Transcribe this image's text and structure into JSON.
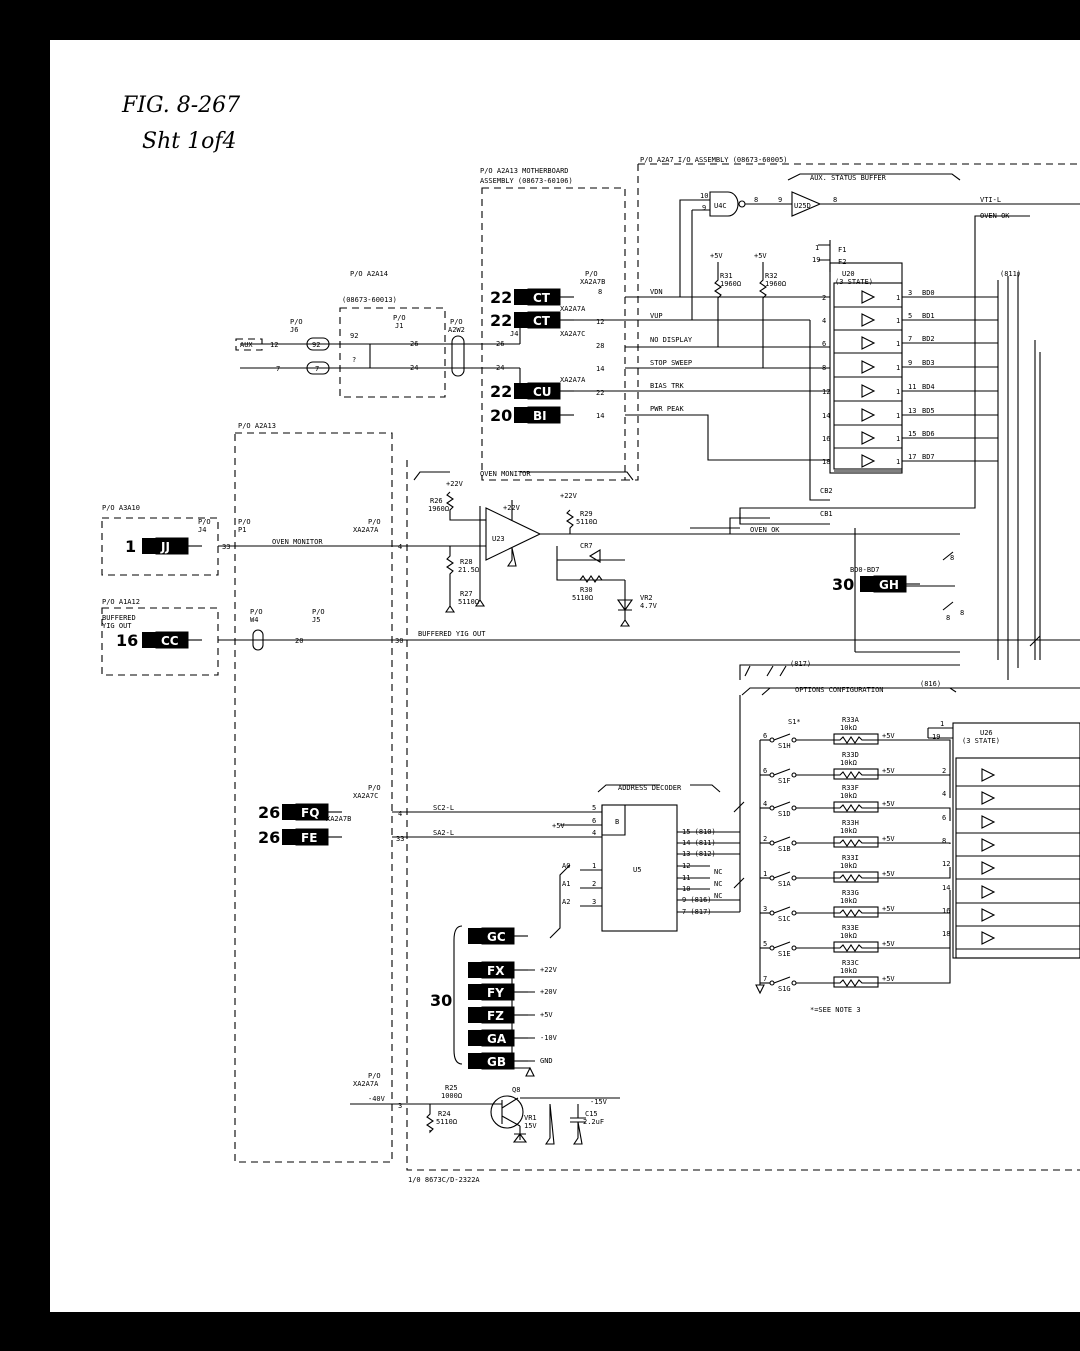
{
  "annotation": {
    "line1": "FIG. 8-267",
    "line2": "Sht 1of4"
  },
  "assemblies": {
    "a2a7": "P/O A2A7 I/O ASSEMBLY (08673-60005)",
    "a2a13_mb": "P/O A2A13 MOTHERBOARD",
    "a2a13_mb2": "ASSEMBLY (08673-60106)",
    "a2a14": "P/O A2A14",
    "a2a14_pn": "(08673-60013)",
    "a2a13": "P/O A2A13",
    "a3a10": "P/O A3A10",
    "a1a12": "P/O A1A12"
  },
  "blocks": {
    "aux_status_buffer": "AUX. STATUS BUFFER",
    "oven_monitor": "OVEN MONITOR",
    "address_decoder": "ADDRESS DECODER",
    "options_configuration": "OPTIONS CONFIGURATION"
  },
  "connectors": {
    "j6": "J6",
    "j1": "J1",
    "j4": "J4",
    "j5": "J5",
    "p1": "P1",
    "w4": "W4",
    "a2w2": "A2W2",
    "po": "P/O",
    "xa2a7b": "XA2A7B",
    "xa2a7a": "XA2A7A",
    "xa2a7c": "XA2A7C",
    "aux": "AUX",
    "buffered": "BUFFERED",
    "yig_out": "YIG OUT"
  },
  "signals": {
    "vdn": "VDN",
    "vup": "VUP",
    "no_display": "NO DISPLAY",
    "stop_sweep": "STOP SWEEP",
    "bias_trk": "BIAS TRK",
    "pwr_peak": "PWR PEAK",
    "vti_l": "VTI-L",
    "oven_ok": "OVEN OK",
    "oven_monitor": "OVEN MONITOR",
    "buffered_yig_out": "BUFFERED YIG OUT",
    "sc2_l": "SC2-L",
    "sa2_l": "SA2-L",
    "bdo_bd7": "BD0-BD7",
    "cb1": "CB1",
    "cb2": "CB2",
    "m40v": "-40V",
    "p5v": "+5V",
    "p22v": "+22V",
    "gnd": "GND"
  },
  "ics": {
    "u4c": "U4C",
    "u25d": "U25D",
    "u20": "U20",
    "state3": "(3 STATE)",
    "u26": "U26",
    "u23": "U23",
    "u5": "U5",
    "q8": "Q8"
  },
  "components": {
    "r31": "R31",
    "r31v": "1960Ω",
    "r32": "R32",
    "r32v": "1960Ω",
    "r26": "R26",
    "r26v": "1960Ω",
    "r28": "R28",
    "r28v": "21.5Ω",
    "r29": "R29",
    "r29v": "5110Ω",
    "r27": "R27",
    "r27v": "5110Ω",
    "r30": "R30",
    "r30v": "5110Ω",
    "cr7": "CR7",
    "vr2": "VR2",
    "vr2v": "4.7V",
    "r25": "R25",
    "r25v": "1000Ω",
    "r24": "R24",
    "r24v": "5110Ω",
    "vr1": "VR1",
    "vr1v": "15V",
    "c15": "C15",
    "c15v": "2.2uF",
    "m15v": "-15V",
    "s1": "S1*"
  },
  "bus_bits": [
    "BD0",
    "BD1",
    "BD2",
    "BD3",
    "BD4",
    "BD5",
    "BD6",
    "BD7"
  ],
  "decoder_outputs": [
    "15 (810)",
    "14 (811)",
    "13 (812)",
    "12",
    "11",
    "10",
    "9 (816)",
    "7 (817)"
  ],
  "decoder_misc": [
    "NC",
    "NC",
    "NC"
  ],
  "addr_inputs": [
    "A0",
    "A1",
    "A2"
  ],
  "switches": [
    {
      "name": "S1H",
      "res": "R33A"
    },
    {
      "name": "S1F",
      "res": "R33D"
    },
    {
      "name": "S1D",
      "res": "R33F"
    },
    {
      "name": "S1B",
      "res": "R33H"
    },
    {
      "name": "S1A",
      "res": "R33I"
    },
    {
      "name": "S1C",
      "res": "R33G"
    },
    {
      "name": "S1E",
      "res": "R33E"
    },
    {
      "name": "S1G",
      "res": "R33C"
    }
  ],
  "sw_res_value": "10kΩ",
  "tags": {
    "ct1": {
      "num": "22",
      "code": "CT"
    },
    "ct2": {
      "num": "22",
      "code": "CT"
    },
    "cu": {
      "num": "22",
      "code": "CU"
    },
    "bi": {
      "num": "20",
      "code": "BI"
    },
    "jj": {
      "num": "1",
      "code": "JJ"
    },
    "cc": {
      "num": "16",
      "code": "CC"
    },
    "gh": {
      "num": "30",
      "code": "GH"
    },
    "fq": {
      "num": "26",
      "code": "FQ"
    },
    "fe": {
      "num": "26",
      "code": "FE"
    },
    "gc": {
      "num": "",
      "code": "GC"
    },
    "fx": {
      "num": "",
      "code": "FX"
    },
    "fy": {
      "num": "",
      "code": "FY"
    },
    "fz": {
      "num": "",
      "code": "FZ"
    },
    "ga": {
      "num": "",
      "code": "GA"
    },
    "gb": {
      "num": "",
      "code": "GB"
    }
  },
  "supply_group": {
    "num": "30",
    "labels": [
      "+22V",
      "+20V",
      "+5V",
      "-10V",
      "GND"
    ]
  },
  "nets": {
    "n817": "(817)",
    "n816": "(816)",
    "n811": "(811)"
  },
  "note": "*=SEE NOTE 3",
  "footer_code": "1/0 8673C/D-2322A"
}
